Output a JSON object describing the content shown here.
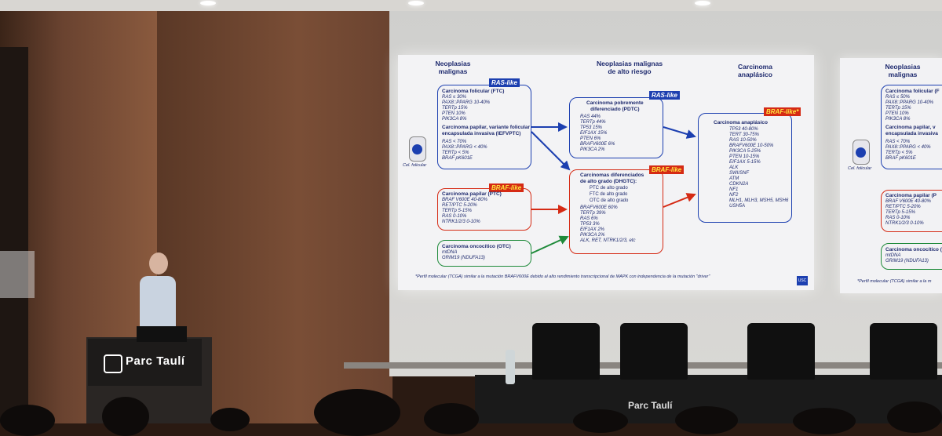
{
  "slide": {
    "col1_title": "Neoplasias\nmalignas",
    "col2_title": "Neoplasias malignas\nde alto riesgo",
    "col3_title": "Carcinoma\nanaplásico",
    "ras_tag": "RAS-like",
    "braf_tag": "BRAF-like",
    "braf_tag_star": "BRAF-like*",
    "ftc_title": "Carcinoma folicular (FTC)",
    "ftc_lines": [
      "RAS ≤ 30%",
      "PAX8::PPARG 10-40%",
      "TERTp 15%",
      "PTEN 10%",
      "PIK3CA 8%"
    ],
    "iefvptc_title": "Carcinoma papilar, variante folicular\nencapsulada invasiva (IEFVPTC)",
    "iefvptc_lines": [
      "RAS < 70%",
      "PAX8::PPARG < 40%",
      "TERTp < 5%",
      "BRAF pK601E"
    ],
    "cell_label": "Cel. folicular",
    "ptc_title": "Carcinoma papilar (PTC)",
    "ptc_lines": [
      "BRAF V600E 40-80%",
      "RET/PTC 5-20%",
      "TERTp 5-15%",
      "RAS 0-10%",
      "NTRK1/2/3 0-10%"
    ],
    "otc_title": "Carcinoma oncocítico (OTC)",
    "otc_lines": [
      "mtDNA",
      "GRIM19 (NDUFA13)"
    ],
    "pdtc_title": "Carcinoma pobremente\ndiferenciado (PDTC)",
    "pdtc_lines": [
      "RAS 44%",
      "TERTp 44%",
      "TP53 15%",
      "EIF1AX 15%",
      "PTEN 6%",
      "BRAFV600E 6%",
      "PIK3CA 2%"
    ],
    "dhgtc_title": "Carcinomas diferenciados\nde alto grado (DHGTC):",
    "dhgtc_sub": [
      "PTC de alto grado",
      "FTC de alto grado",
      "OTC de alto grado"
    ],
    "dhgtc_lines": [
      "BRAFV600E 60%",
      "TERTp 39%",
      "RAS 6%",
      "TP53 3%",
      "EIF1AX 2%",
      "PIK3CA 2%",
      "ALK, RET, NTRK1/2/3, etc"
    ],
    "atc_title": "Carcinoma anaplásico",
    "atc_lines": [
      "TP53 40-80%",
      "TERT 30-75%",
      "RAS 10-50%",
      "BRAFV600E 10-50%",
      "PIK3CA 5-25%",
      "PTEN 10-15%",
      "EIF1AX 5-15%",
      "ALK",
      "SWI/SNF",
      "ATM",
      "CDKN2A",
      "NF1",
      "NF2",
      "MLH1, MLH3, MSH5, MSH6",
      "USH5A"
    ],
    "footnote": "*Perfil molecular (TCGA) similar a la mutación BRAFV600E debido al alto rendimiento transcripcional de MAPK con independencia de la mutación \"driver\"",
    "logo": "USC"
  },
  "slide2": {
    "col1_title": "Neoplasias\nmalignas",
    "ftc_title": "Carcinoma folicular (F",
    "ftc_lines": [
      "RAS ≤ 50%",
      "PAX8::PPARG 10-40%",
      "TERTp 15%",
      "PTEN 10%",
      "PIK3CA 8%"
    ],
    "iefvptc_title": "Carcinoma papilar, v\nencapsulada invasiva",
    "iefvptc_lines": [
      "RAS < 70%",
      "PAX8::PPARG < 40%",
      "TERTp < 5%",
      "BRAF pK601E"
    ],
    "cell_label": "Cel. folicular",
    "ptc_title": "Carcinoma papilar (P",
    "ptc_lines": [
      "BRAF V600E 40-80%",
      "RET/PTC 5-20%",
      "TERTp 5-15%",
      "RAS 0-10%",
      "NTRK1/2/3 0-10%"
    ],
    "otc_title": "Carcinoma oncocítico (",
    "otc_lines": [
      "mtDNA",
      "GRIM19 (NDUFA13)"
    ],
    "footnote": "*Perfil molecular (TCGA) similar a la m"
  },
  "room": {
    "podium_brand": "Parc Taulí",
    "stage_brand": "Parc Taulí"
  },
  "colors": {
    "ras": "#1c3fb0",
    "braf": "#d52a14",
    "otc": "#1e8a3a",
    "text": "#1e2a6e"
  }
}
